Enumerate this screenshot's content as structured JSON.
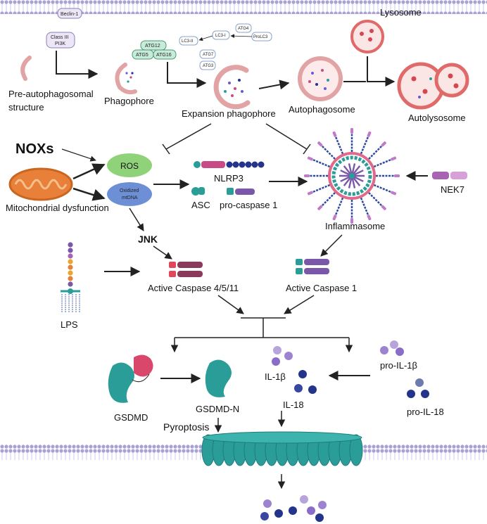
{
  "colors": {
    "membrane_head": "#a8a2d6",
    "membrane_tail": "#d9d6ee",
    "lysosome": "#e06a6a",
    "ros": "#8fd27a",
    "mtdna": "#6c8fd6",
    "teal": "#2a9d99",
    "magenta": "#c84a86",
    "purple": "#7a57a8",
    "navy": "#23348a",
    "arrow": "#222222"
  },
  "autophagy": {
    "pre_autophagosomal_line1": "Pre-autophagosomal",
    "pre_autophagosomal_line2": "structure",
    "beclin": "Beclin-1",
    "class3_line1": "Class III",
    "class3_line2": "PI3K",
    "phagophore": "Phagophore",
    "atg12": "ATG12",
    "atg5": "ATG5",
    "atg16": "ATG16",
    "lc3_2": "LC3-II",
    "lc3_1": "LC3-I",
    "atg4": "ATG4",
    "prolc3": "ProLC3",
    "atg7": "ATG7",
    "atg3": "ATG3",
    "expansion_phagophore": "Expansion phagophore",
    "autophagosome": "Autophagosome",
    "lysosome": "Lysosome",
    "autolysosome": "Autolysosome"
  },
  "inflammation": {
    "noxs": "NOXs",
    "mito_dysfunction": "Mitochondrial dysfunction",
    "ros": "ROS",
    "oxidized_line1": "Oxidized",
    "oxidized_line2": "mtDNA",
    "nlrp3": "NLRP3",
    "asc": "ASC",
    "pro_caspase1": "pro-caspase 1",
    "nek7": "NEK7",
    "inflammasome": "Inflammasome",
    "jnk": "JNK",
    "lps": "LPS",
    "active_caspase_4511": "Active Caspase 4/5/11",
    "active_caspase_1": "Active Caspase 1"
  },
  "pyroptosis": {
    "gsdmd": "GSDMD",
    "gsdmd_n": "GSDMD-N",
    "il1b": "IL-1β",
    "il18": "IL-18",
    "pro_il1b": "pro-IL-1β",
    "pro_il18": "pro-IL-18",
    "pyroptosis": "Pyroptosis"
  }
}
